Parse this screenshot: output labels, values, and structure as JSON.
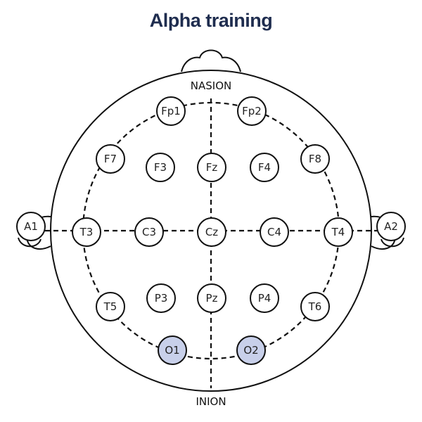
{
  "title": "Alpha training",
  "landmarks": {
    "nasion": "NASION",
    "inion": "INION"
  },
  "highlight_color": "#c8d0ea",
  "title_color": "#1f2d4f",
  "electrodes": {
    "Fp1": "Fp1",
    "Fp2": "Fp2",
    "F7": "F7",
    "F3": "F3",
    "Fz": "Fz",
    "F4": "F4",
    "F8": "F8",
    "A1": "A1",
    "T3": "T3",
    "C3": "C3",
    "Cz": "Cz",
    "C4": "C4",
    "T4": "T4",
    "A2": "A2",
    "T5": "T5",
    "P3": "P3",
    "Pz": "Pz",
    "P4": "P4",
    "T6": "T6",
    "O1": "O1",
    "O2": "O2"
  },
  "highlighted": [
    "O1",
    "O2"
  ]
}
